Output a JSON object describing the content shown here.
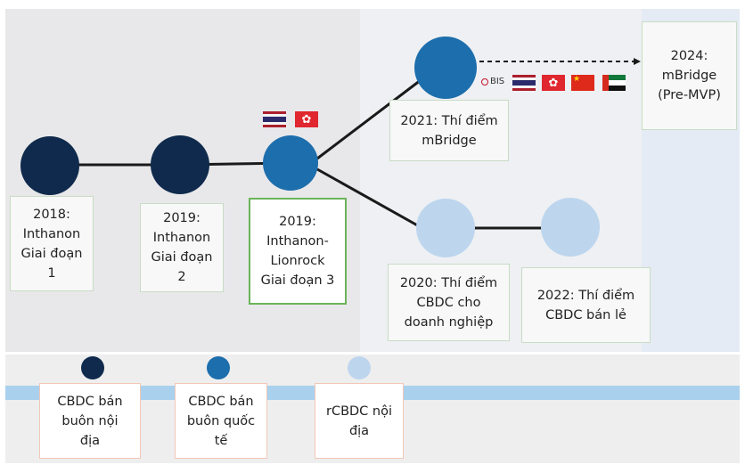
{
  "colors": {
    "wholesale_domestic": "#0f2a4c",
    "wholesale_cross_border": "#1d6eac",
    "retail_domestic": "#bdd6ee",
    "link_line": "#1a1a1a",
    "highlight_border": "#6bb35a",
    "legend_border": "#f2c7b5",
    "legend_band": "#a9d1ee"
  },
  "milestones": [
    {
      "label": "2018:\nInthanon\nGiai đoạn\n1"
    },
    {
      "label": "2019:\nInthanon\nGiai đoạn\n2"
    },
    {
      "label": "2019:\nInthanon-\nLionrock\nGiai đoạn 3"
    },
    {
      "label": "2021: Thí điểm\nmBridge"
    },
    {
      "label": "2024:\nmBridge\n(Pre-MVP)"
    },
    {
      "label": "2020: Thí điểm\nCBDC cho\ndoanh nghiệp"
    },
    {
      "label": "2022: Thí điểm\nCBDC bán lẻ"
    }
  ],
  "partner_logo": {
    "text": "BIS"
  },
  "flags": {
    "phase3": [
      "thailand-flag",
      "hong-kong-flag"
    ],
    "mbridge": [
      "thailand-flag",
      "hong-kong-flag",
      "china-flag",
      "uae-flag"
    ]
  },
  "legend": [
    {
      "label": "CBDC bán\nbuôn nội\nđịa"
    },
    {
      "label": "CBDC bán\nbuôn quốc\ntế"
    },
    {
      "label": "rCBDC nội\nđịa"
    }
  ]
}
